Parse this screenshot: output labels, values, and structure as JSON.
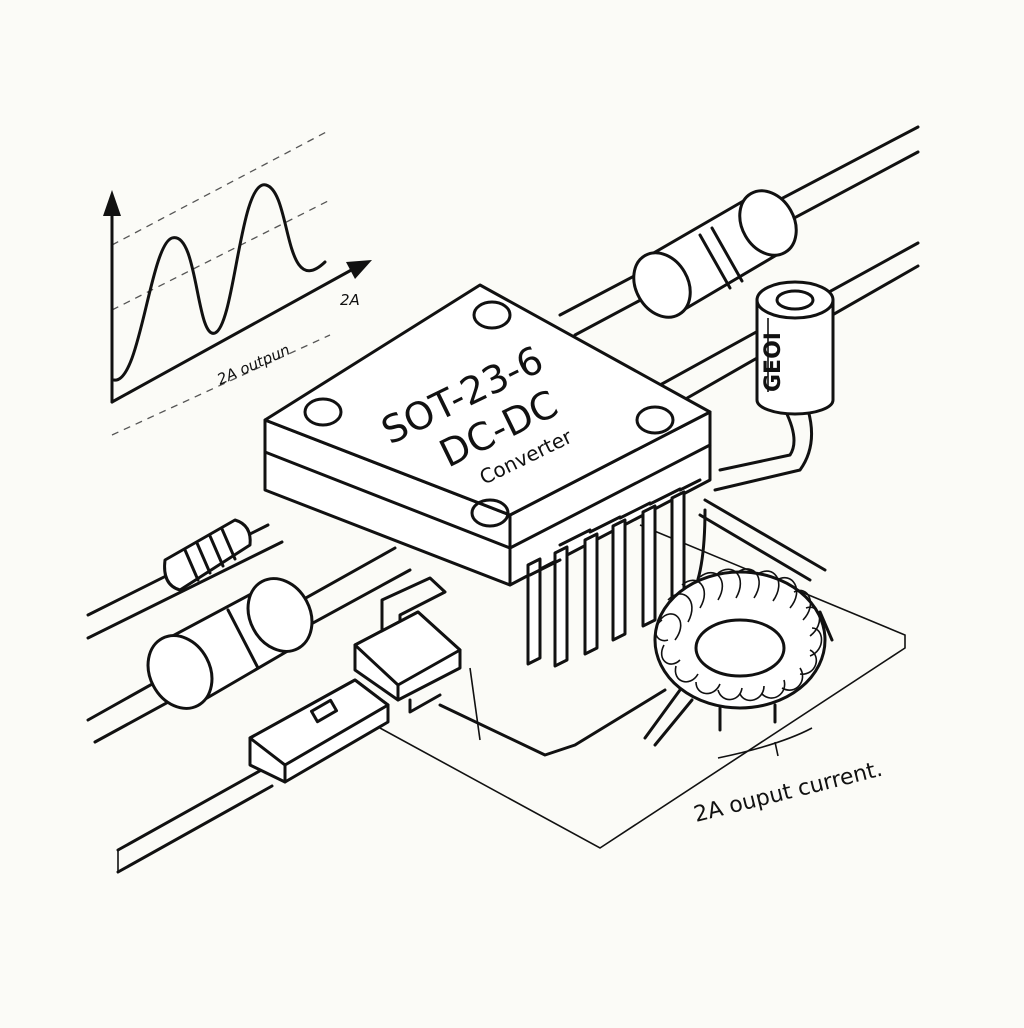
{
  "chip": {
    "line1": "SOT-23-6",
    "line2": "DC-DC",
    "line3": "Converter"
  },
  "waveform": {
    "axis_label": "2A",
    "output_label": "2A outpun"
  },
  "capacitor": {
    "marking": "GEOI"
  },
  "annotation": {
    "output_current": "2A ouput current."
  },
  "colors": {
    "ink": "#111111",
    "paper": "#fbfbf7"
  }
}
